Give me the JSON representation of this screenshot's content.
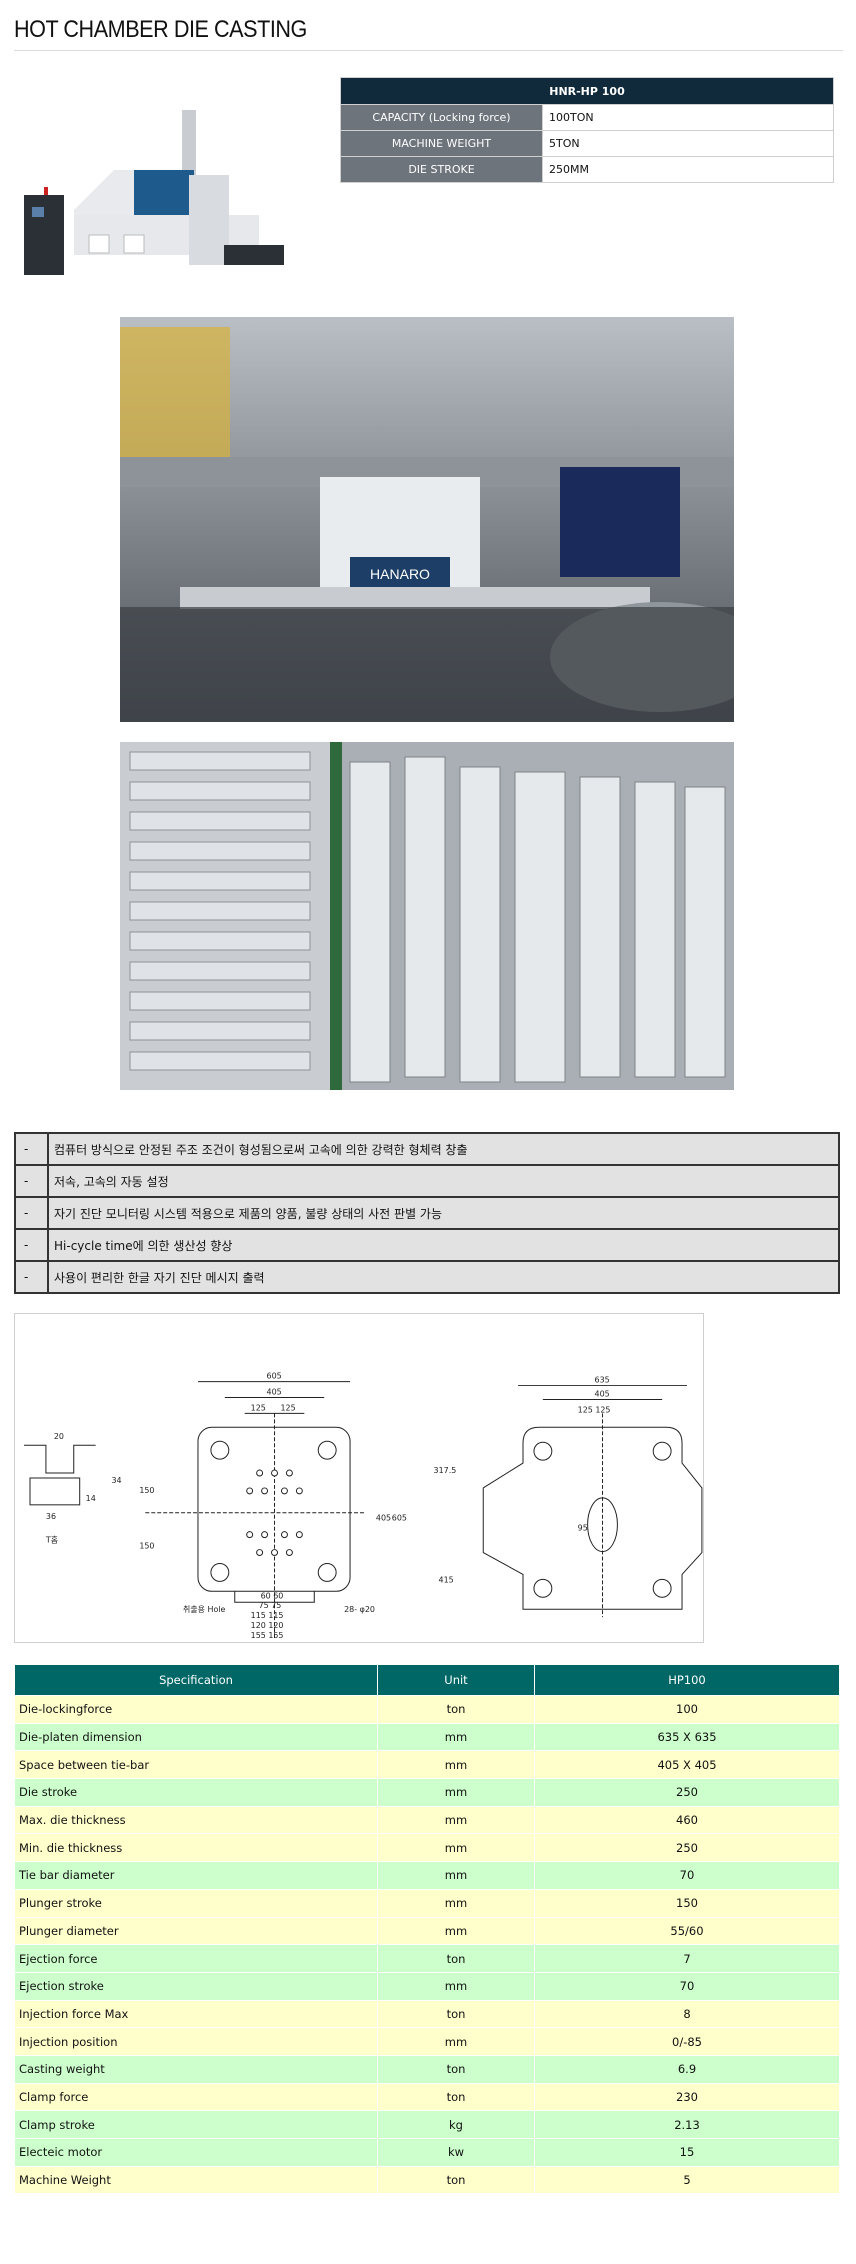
{
  "page_title": "HOT CHAMBER DIE CASTING",
  "summary": {
    "model": "HNR-HP 100",
    "rows": [
      {
        "label": "CAPACITY (Locking force)",
        "value": "100TON"
      },
      {
        "label": "MACHINE WEIGHT",
        "value": "5TON"
      },
      {
        "label": "DIE STROKE",
        "value": "250MM"
      }
    ]
  },
  "machine_brand": "HANARO",
  "features": [
    "컴퓨터 방식으로 안정된 주조 조건이 형성됨으로써 고속에 의한 강력한 형체력 창출",
    "저속, 고속의 자동 설정",
    "자기 진단 모니터링 시스템 적용으로 제품의 양품, 불량 상태의 사전 판별 가능",
    "Hi-cycle time에 의한 생산성 향상",
    "사용이 편리한 한글 자기 진단 메시지 출력"
  ],
  "feature_bullet": "-",
  "diagram_labels": {
    "t_slot": "T홈",
    "d20": "20",
    "d34": "34",
    "d14": "14",
    "d36": "36",
    "w605": "605",
    "w405": "405",
    "w125a": "125",
    "w125b": "125",
    "h605": "605",
    "h405": "405",
    "h150": "150",
    "b60": "60  60",
    "b75": "75  75",
    "b115": "115  115",
    "b120": "120  120",
    "b155": "155  155",
    "hole": "취출용 Hole",
    "holes": "28- φ20",
    "r635": "635",
    "r405": "405",
    "r125": "125   125",
    "r3175": "317.5",
    "r415": "415",
    "r95": "95"
  },
  "specs": {
    "headers": [
      "Specification",
      "Unit",
      "HP100"
    ],
    "rows": [
      [
        "Die-lockingforce",
        "ton",
        "100"
      ],
      [
        "Die-platen dimension",
        "mm",
        "635 X 635"
      ],
      [
        "Space between tie-bar",
        "mm",
        "405 X 405"
      ],
      [
        "Die stroke",
        "mm",
        "250"
      ],
      [
        "Max. die thickness",
        "mm",
        "460"
      ],
      [
        "Min. die thickness",
        "mm",
        "250"
      ],
      [
        "Tie bar diameter",
        "mm",
        "70"
      ],
      [
        "Plunger stroke",
        "mm",
        "150"
      ],
      [
        "Plunger diameter",
        "mm",
        "55/60"
      ],
      [
        "Ejection force",
        "ton",
        "7"
      ],
      [
        "Ejection stroke",
        "mm",
        "70"
      ],
      [
        "Injection force Max",
        "ton",
        "8"
      ],
      [
        "Injection position",
        "mm",
        "0/-85"
      ],
      [
        "Casting weight",
        "ton",
        "6.9"
      ],
      [
        "Clamp force",
        "ton",
        "230"
      ],
      [
        "Clamp stroke",
        "kg",
        "2.13"
      ],
      [
        "Electeic motor",
        "kw",
        "15"
      ],
      [
        "Machine Weight",
        "ton",
        "5"
      ]
    ],
    "row_colors": [
      "y",
      "g",
      "y",
      "g",
      "y",
      "y",
      "g",
      "y",
      "y",
      "g",
      "g",
      "y",
      "y",
      "g",
      "y",
      "g",
      "g",
      "y"
    ]
  },
  "colors": {
    "summary_header": "#10293b",
    "summary_label": "#6d747c",
    "spec_header": "#006766",
    "row_yellow": "#ffffcc",
    "row_green": "#ccffcc"
  }
}
